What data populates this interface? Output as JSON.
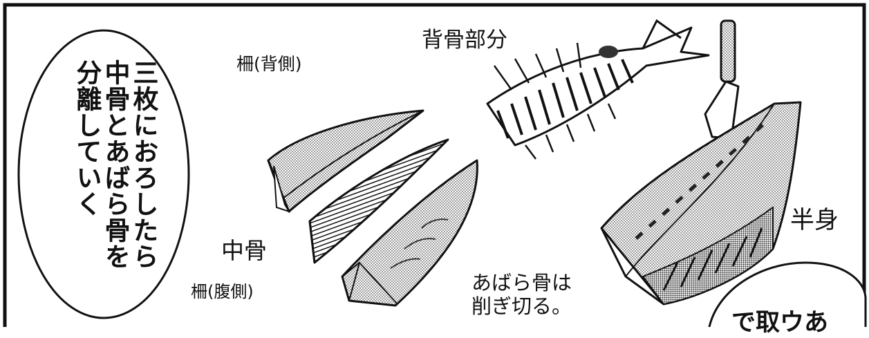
{
  "panel": {
    "narration": {
      "lines": [
        "三枚におろしたら",
        "中骨とあばら骨を",
        "分離していく"
      ]
    },
    "labels": {
      "back_bone_part": "背骨部分",
      "fillet_back": "柵(背側)",
      "middle_bone": "中骨",
      "fillet_belly": "柵(腹側)",
      "rib_note_line1": "あばら骨は",
      "rib_note_line2": "削ぎ切る。",
      "half_body": "半身"
    },
    "next_bubble": {
      "text": "で取ウあ"
    }
  }
}
